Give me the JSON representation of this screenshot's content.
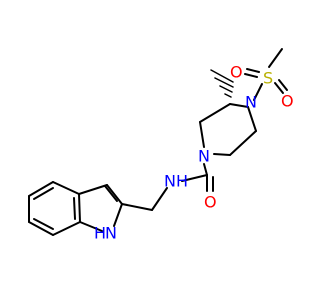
{
  "molecule": {
    "atoms": {
      "n1": {
        "label": "N",
        "color": "#0000FF"
      },
      "n4": {
        "label": "N",
        "color": "#0000FF"
      },
      "amide_n": {
        "label": "N",
        "color": "#0000FF"
      },
      "indole_n": {
        "label": "N",
        "color": "#0000FF"
      },
      "indole_h": {
        "label": "H",
        "color": "#0000FF"
      },
      "amide_h": {
        "label": "H",
        "color": "#0000FF"
      },
      "carbonyl_o": {
        "label": "O",
        "color": "#FF0000"
      },
      "sulfonyl_s": {
        "label": "S",
        "color": "#B8B000"
      },
      "sulfonyl_o1": {
        "label": "O",
        "color": "#FF0000"
      },
      "sulfonyl_o2": {
        "label": "O",
        "color": "#FF0000"
      }
    },
    "bond_color": "#000000"
  }
}
